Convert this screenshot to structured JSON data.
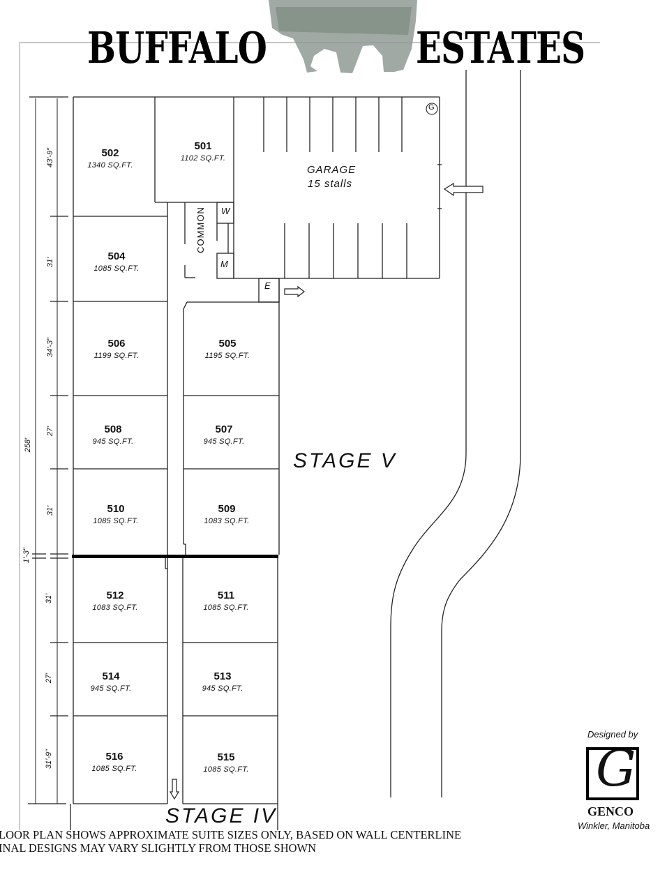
{
  "header": {
    "title_left": "BUFFALO",
    "title_right": "ESTATES",
    "mascot": "bison-image"
  },
  "garage": {
    "label": "GARAGE",
    "stalls": "15 stalls",
    "marker": "G",
    "entry_arrow": "left-arrow-icon",
    "exit_arrow": "right-arrow-icon"
  },
  "common": {
    "label": "COMMON",
    "washroom_w": "W",
    "washroom_m": "M",
    "electrical": "E"
  },
  "suites": [
    {
      "num": "502",
      "area": "1340 SQ.FT."
    },
    {
      "num": "501",
      "area": "1102 SQ.FT."
    },
    {
      "num": "504",
      "area": "1085 SQ.FT."
    },
    {
      "num": "506",
      "area": "1199 SQ.FT."
    },
    {
      "num": "505",
      "area": "1195 SQ.FT."
    },
    {
      "num": "508",
      "area": "945 SQ.FT."
    },
    {
      "num": "507",
      "area": "945 SQ.FT."
    },
    {
      "num": "510",
      "area": "1085 SQ.FT."
    },
    {
      "num": "509",
      "area": "1083 SQ.FT."
    },
    {
      "num": "512",
      "area": "1083 SQ.FT."
    },
    {
      "num": "511",
      "area": "1085 SQ.FT."
    },
    {
      "num": "514",
      "area": "945 SQ.FT."
    },
    {
      "num": "513",
      "area": "945 SQ.FT."
    },
    {
      "num": "516",
      "area": "1085 SQ.FT."
    },
    {
      "num": "515",
      "area": "1085 SQ.FT."
    }
  ],
  "dimensions": {
    "overall": "258'",
    "segments": [
      "43'-9\"",
      "31'",
      "34'-3\"",
      "27'",
      "31'",
      "1'-3\"",
      "31'",
      "27'",
      "31'-9\""
    ]
  },
  "stages": {
    "current": "STAGE V",
    "previous": "STAGE IV"
  },
  "notes": [
    "LOOR PLAN SHOWS APPROXIMATE SUITE SIZES ONLY, BASED ON WALL CENTERLINE",
    "INAL DESIGNS MAY VARY SLIGHTLY FROM THOSE SHOWN"
  ],
  "credit": {
    "designed_by": "Designed by",
    "logo_letter": "G",
    "company": "GENCO",
    "location": "Winkler, Manitoba"
  }
}
